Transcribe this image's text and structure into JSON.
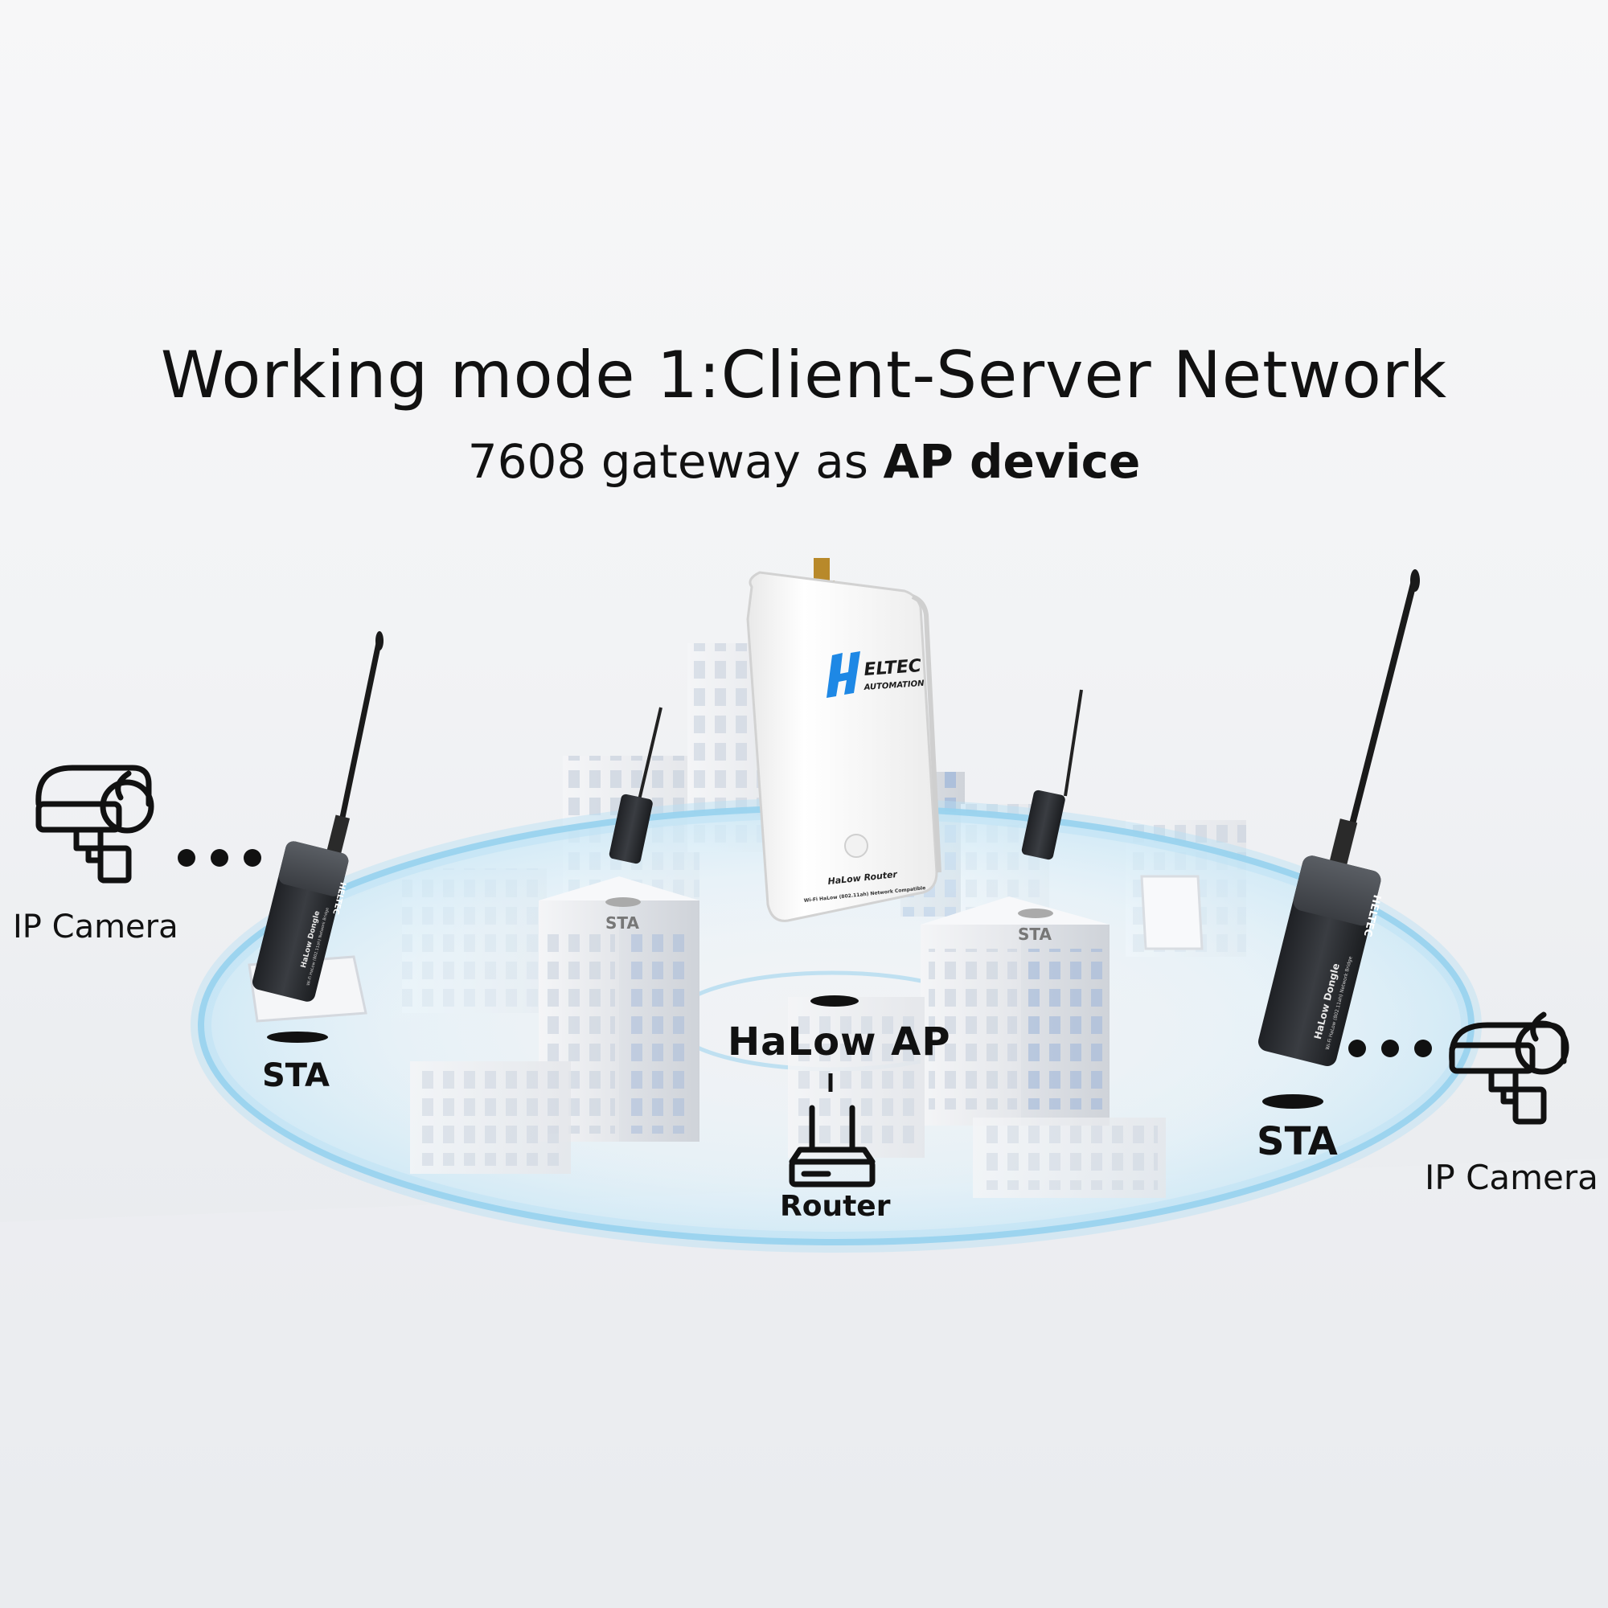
{
  "title": "Working mode 1:Client-Server Network",
  "subtitle": {
    "prefix": "7608 gateway as ",
    "emphasis": "AP device"
  },
  "ap_device": {
    "brand": "ELTEC",
    "brand_sub": "AUTOMATION",
    "model": "HaLow Router",
    "model_sub": "Wi-Fi HaLow (802.11ah) Network Compatible"
  },
  "dongle": {
    "model": "HaLow Dongle",
    "model_sub": "Wi-Fi HaLow (802.11ah) Network Bridge",
    "brand": "HELTEC"
  },
  "labels": {
    "halow_ap": "HaLow AP",
    "router": "Router",
    "sta_left": "STA",
    "sta_right": "STA",
    "sta_mid_left": "STA",
    "sta_mid_right": "STA",
    "ip_camera_left": "IP Camera",
    "ip_camera_right": "IP Camera"
  },
  "icons": [
    "security-camera-icon",
    "router-icon",
    "ellipsis-dots-icon"
  ],
  "colors": {
    "coverage_ring": "#7cc6ea",
    "coverage_fill": "#dff1fa",
    "dongle_body": "#2b2d31",
    "ap_body": "#f7f7f7",
    "brand_blue": "#1e88e5"
  }
}
